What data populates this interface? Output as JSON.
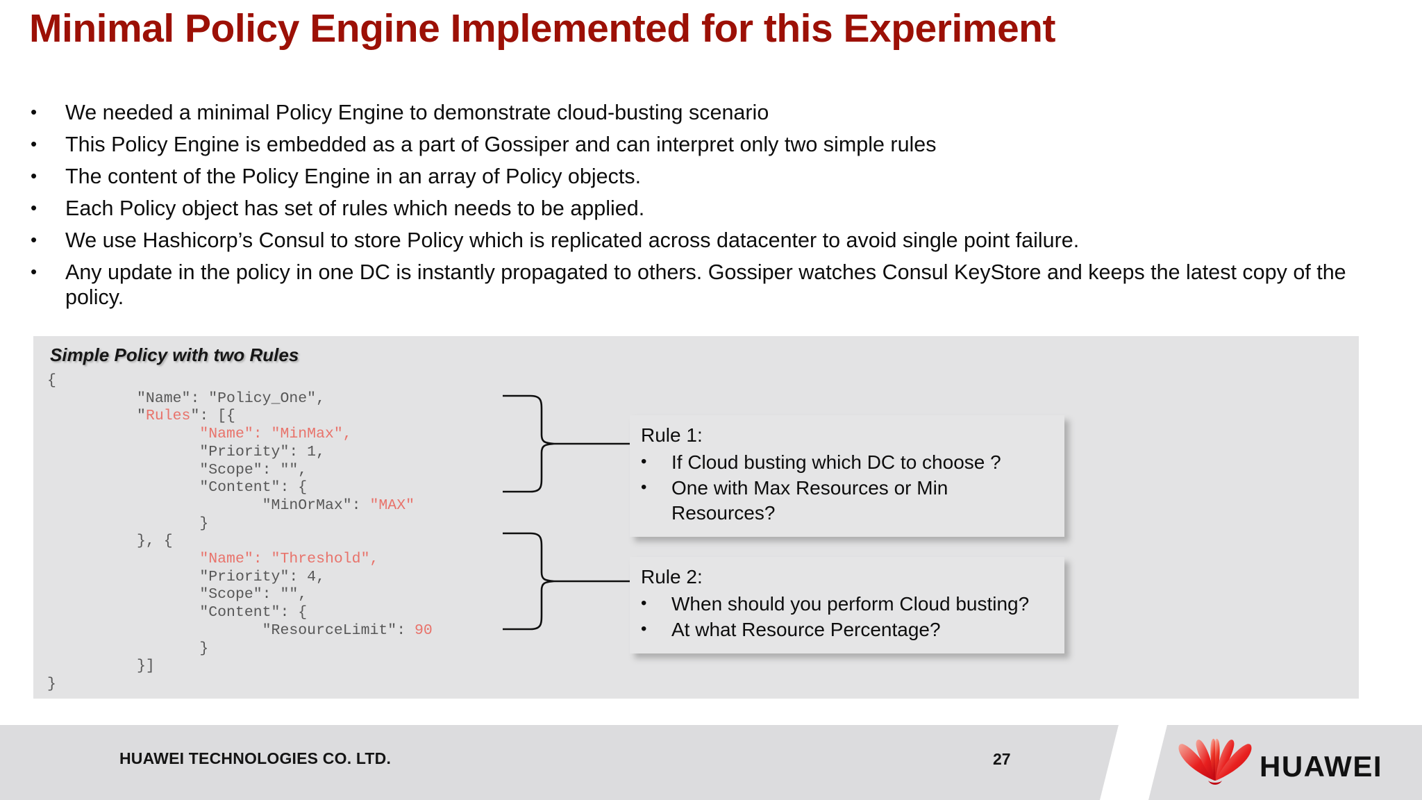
{
  "slide": {
    "title": "Minimal Policy Engine Implemented for this Experiment",
    "title_color": "#9C1006",
    "page_number": "27"
  },
  "bullets": [
    {
      "marker": "•",
      "text": "We needed a minimal Policy Engine to demonstrate cloud-busting scenario"
    },
    {
      "marker": "•",
      "text": "This Policy Engine is embedded as a part of Gossiper and can interpret only two simple rules"
    },
    {
      "marker": "•",
      "text": "The content of the Policy Engine in an array of Policy objects."
    },
    {
      "marker": "•",
      "text": "Each Policy object has set of rules which needs to be applied."
    },
    {
      "marker": "•",
      "text": "We use Hashicorp’s Consul to store Policy which is replicated across datacenter to avoid single point failure."
    },
    {
      "marker": "•",
      "text": "Any update in the policy in one DC is instantly propagated to others. Gossiper watches Consul KeyStore and keeps the latest copy of the policy."
    }
  ],
  "code_panel": {
    "caption": "Simple Policy with two Rules",
    "background": "#E3E3E4",
    "plain_color": "#575757",
    "highlight_color": "#E8736B",
    "lines": [
      {
        "indent": 0,
        "segments": [
          {
            "t": "{",
            "c": "plain"
          }
        ]
      },
      {
        "indent": 10,
        "segments": [
          {
            "t": "\"Name\": \"Policy_One\",",
            "c": "plain"
          }
        ]
      },
      {
        "indent": 10,
        "segments": [
          {
            "t": "\"",
            "c": "plain"
          },
          {
            "t": "Rules",
            "c": "red"
          },
          {
            "t": "\": [{",
            "c": "plain"
          }
        ]
      },
      {
        "indent": 17,
        "segments": [
          {
            "t": "\"Name\": \"MinMax\",",
            "c": "red"
          }
        ]
      },
      {
        "indent": 17,
        "segments": [
          {
            "t": "\"Priority\": 1,",
            "c": "plain"
          }
        ]
      },
      {
        "indent": 17,
        "segments": [
          {
            "t": "\"Scope\": \"\",",
            "c": "plain"
          }
        ]
      },
      {
        "indent": 17,
        "segments": [
          {
            "t": "\"Content\": {",
            "c": "plain"
          }
        ]
      },
      {
        "indent": 24,
        "segments": [
          {
            "t": "\"MinOrMax\": ",
            "c": "plain"
          },
          {
            "t": "\"MAX\"",
            "c": "red"
          }
        ]
      },
      {
        "indent": 17,
        "segments": [
          {
            "t": "}",
            "c": "plain"
          }
        ]
      },
      {
        "indent": 10,
        "segments": [
          {
            "t": "}, {",
            "c": "plain"
          }
        ]
      },
      {
        "indent": 17,
        "segments": [
          {
            "t": "\"Name\": \"Threshold\",",
            "c": "red"
          }
        ]
      },
      {
        "indent": 17,
        "segments": [
          {
            "t": "\"Priority\": 4,",
            "c": "plain"
          }
        ]
      },
      {
        "indent": 17,
        "segments": [
          {
            "t": "\"Scope\": \"\",",
            "c": "plain"
          }
        ]
      },
      {
        "indent": 17,
        "segments": [
          {
            "t": "\"Content\": {",
            "c": "plain"
          }
        ]
      },
      {
        "indent": 24,
        "segments": [
          {
            "t": "\"ResourceLimit\": ",
            "c": "plain"
          },
          {
            "t": "90",
            "c": "red"
          }
        ]
      },
      {
        "indent": 17,
        "segments": [
          {
            "t": "}",
            "c": "plain"
          }
        ]
      },
      {
        "indent": 10,
        "segments": [
          {
            "t": "}]",
            "c": "plain"
          }
        ]
      },
      {
        "indent": 0,
        "segments": [
          {
            "t": "}",
            "c": "plain"
          }
        ]
      }
    ]
  },
  "callouts": [
    {
      "title": "Rule 1:",
      "items": [
        {
          "marker": "•",
          "text": "If Cloud busting which DC to choose ?"
        },
        {
          "marker": "•",
          "text": "One with Max Resources or Min Resources?"
        }
      ]
    },
    {
      "title": "Rule 2:",
      "items": [
        {
          "marker": "•",
          "text": "When should you perform Cloud busting?"
        },
        {
          "marker": "•",
          "text": "At what Resource Percentage?"
        }
      ]
    }
  ],
  "footer": {
    "company": "HUAWEI TECHNOLOGIES CO. LTD.",
    "page_number": "27",
    "logo_wordmark": "HUAWEI",
    "logo_color": "#E4010B",
    "background": "#DCDCDE"
  }
}
